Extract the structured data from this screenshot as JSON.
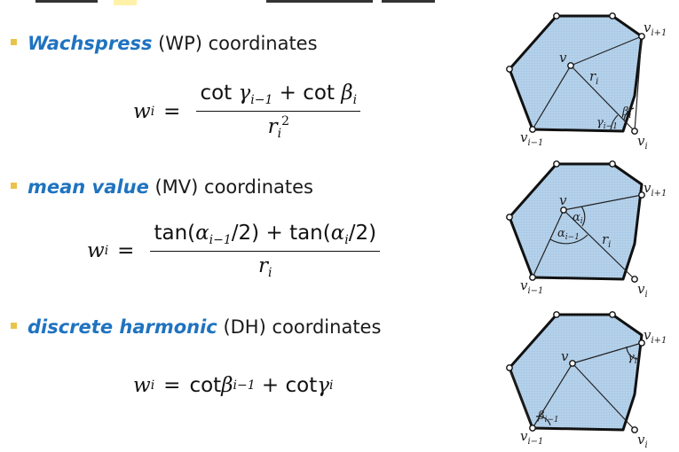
{
  "items": [
    {
      "term": "Wachspress",
      "suffix": " (WP) coordinates",
      "formula": {
        "lhs_var": "w",
        "lhs_sub": "i",
        "eq": "=",
        "num_func1": "cot ",
        "num_var1": "γ",
        "num_sub1": "i−1",
        "num_plus": " + ",
        "num_func2": "cot ",
        "num_var2": "β",
        "num_sub2": "i",
        "den_var": "r",
        "den_sub": "i",
        "den_sup": "2"
      },
      "labels": {
        "v": "v",
        "vi1": "i+1",
        "vim1": "i−1",
        "vi": "i",
        "r": "r",
        "beta": "β",
        "gamma": "γ",
        "gamma_sub": "i−1",
        "sub_i": "i"
      }
    },
    {
      "term": "mean value",
      "suffix": " (MV) coordinates",
      "formula": {
        "lhs_var": "w",
        "lhs_sub": "i",
        "eq": "=",
        "num_func1": "tan(",
        "num_var1": "α",
        "num_sub1": "i−1",
        "num_tail1": "/2)",
        "num_plus": " + ",
        "num_func2": "tan(",
        "num_var2": "α",
        "num_sub2": "i",
        "num_tail2": "/2)",
        "den_var": "r",
        "den_sub": "i"
      },
      "labels": {
        "v": "v",
        "vi1": "i+1",
        "vim1": "i−1",
        "vi": "i",
        "r": "r",
        "alpha": "α",
        "alpha_sub": "i−1",
        "sub_i": "i"
      }
    },
    {
      "term": "discrete harmonic",
      "suffix": " (DH) coordinates",
      "formula": {
        "lhs_var": "w",
        "lhs_sub": "i",
        "eq": "=",
        "func1": "cot ",
        "var1": "β",
        "sub1": "i−1",
        "plus": " + ",
        "func2": "cot ",
        "var2": "γ",
        "sub2": "i"
      },
      "labels": {
        "v": "v",
        "vi1": "i+1",
        "vim1": "i−1",
        "vi": "i",
        "beta": "β",
        "beta_sub": "i−1",
        "gamma": "γ",
        "sub_i": "i"
      }
    }
  ],
  "colors": {
    "term": "#1f73c0",
    "bullet": "#e9c44a",
    "polygon_fill": "#b7d3ec",
    "polygon_edge": "#111111"
  }
}
